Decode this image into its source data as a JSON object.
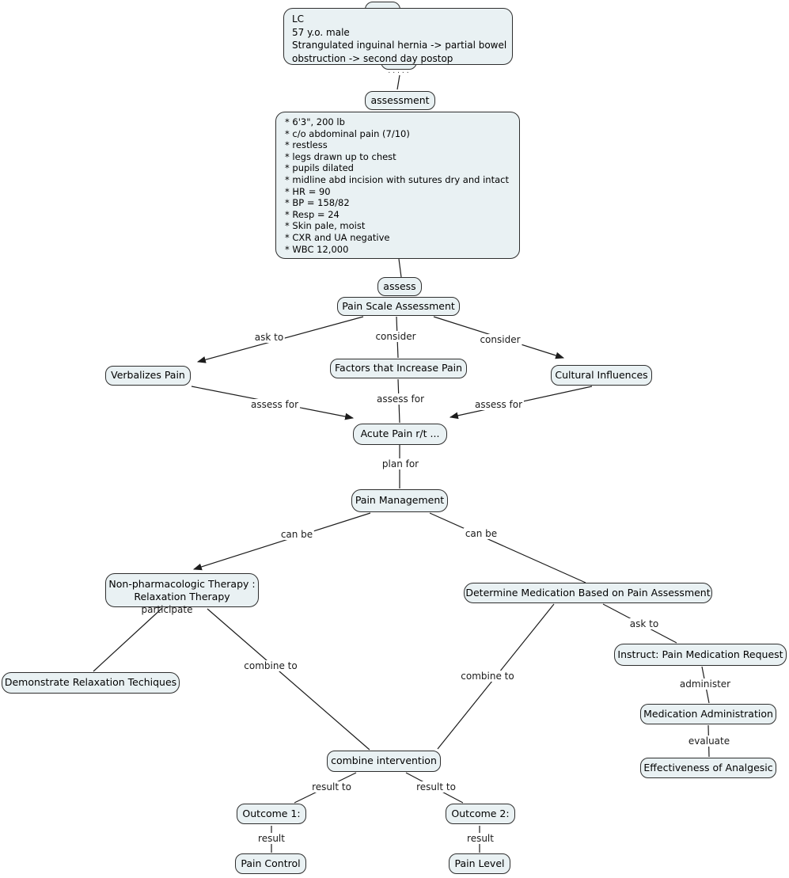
{
  "style": {
    "background": "#ffffff",
    "node_fill": "#e9f1f3",
    "node_border": "#2e2e2e",
    "node_text": "#000000",
    "link_text": "#1b1b1b",
    "line_color": "#1c1c1c"
  },
  "nodes": {
    "patient": {
      "lines": [
        "LC",
        "57 y.o. male",
        "Strangulated inguinal hernia -> partial bowel",
        "obstruction -> second day postop"
      ]
    },
    "hidden_link_dots": ".....",
    "assessment": "assessment",
    "findings": {
      "lines": [
        "* 6'3\", 200 lb",
        "* c/o abdominal pain (7/10)",
        "* restless",
        "* legs drawn up to chest",
        "* pupils dilated",
        "* midline abd incision with sutures dry and intact",
        "* HR = 90",
        "* BP = 158/82",
        "* Resp = 24",
        "* Skin pale, moist",
        "* CXR and UA negative",
        "* WBC 12,000"
      ]
    },
    "assess": "assess",
    "pain_scale_assessment": "Pain Scale Assessment",
    "verbalizes_pain": "Verbalizes Pain",
    "factors_increase_pain": "Factors that Increase Pain",
    "cultural_influences": "Cultural Influences",
    "acute_pain": "Acute Pain r/t ...",
    "pain_management": "Pain Management",
    "non_pharm": {
      "lines": [
        "Non-pharmacologic Therapy :",
        "Relaxation Therapy"
      ]
    },
    "determine_medication": "Determine Medication Based on Pain Assessment",
    "demonstrate_relaxation": "Demonstrate Relaxation Techiques",
    "instruct_request": "Instruct: Pain Medication Request",
    "medication_administration": "Medication Administration",
    "effectiveness_analgesic": "Effectiveness of Analgesic",
    "combine_intervention": "combine intervention",
    "outcome1": "Outcome 1:",
    "outcome2": "Outcome 2:",
    "pain_control": "Pain Control",
    "pain_level": "Pain Level"
  },
  "links": {
    "ask_to_1": "ask to",
    "consider_1": "consider",
    "consider_2": "consider",
    "assess_for_1": "assess for",
    "assess_for_2": "assess for",
    "assess_for_3": "assess for",
    "plan_for": "plan for",
    "can_be_1": "can be",
    "can_be_2": "can be",
    "participate": "participate",
    "combine_to_1": "combine to",
    "combine_to_2": "combine to",
    "ask_to_2": "ask to",
    "administer": "administer",
    "evaluate": "evaluate",
    "result_to_1": "result to",
    "result_to_2": "result to",
    "result_1": "result",
    "result_2": "result"
  }
}
